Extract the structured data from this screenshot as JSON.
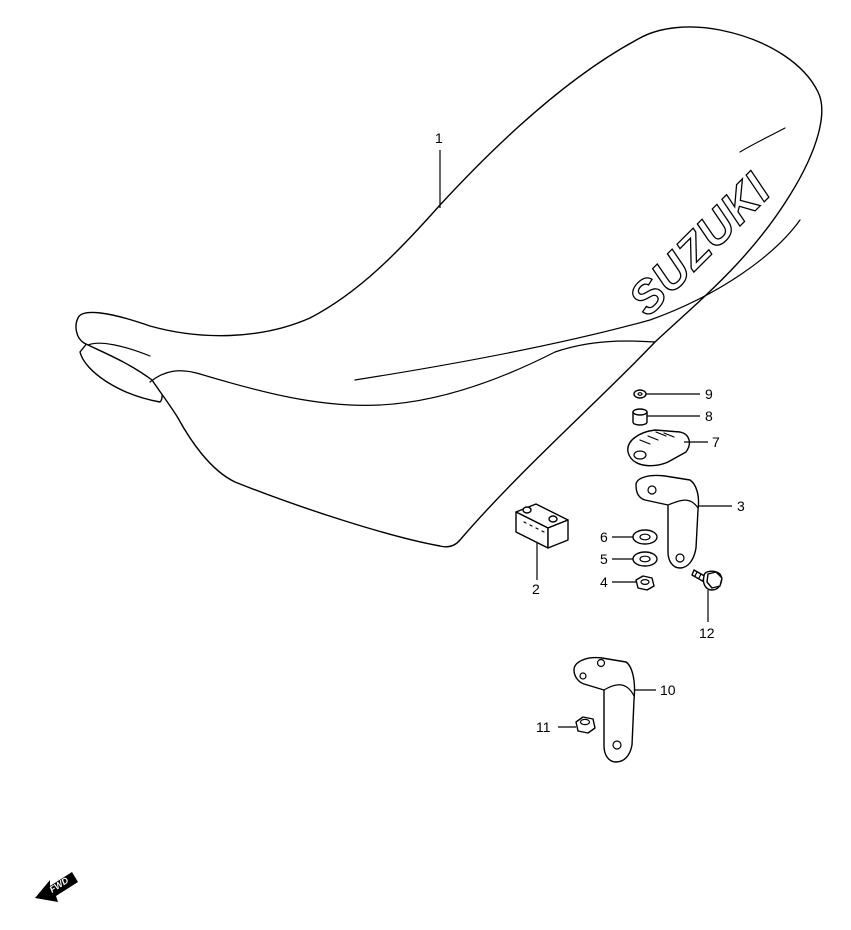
{
  "diagram": {
    "logo_text": "SUZUKI",
    "fwd_label": "FWD",
    "callouts": {
      "c1": "1",
      "c2": "2",
      "c3": "3",
      "c4": "4",
      "c5": "5",
      "c6": "6",
      "c7": "7",
      "c8": "8",
      "c9": "9",
      "c10": "10",
      "c11": "11",
      "c12": "12"
    },
    "colors": {
      "line": "#000000",
      "background": "#ffffff"
    }
  }
}
